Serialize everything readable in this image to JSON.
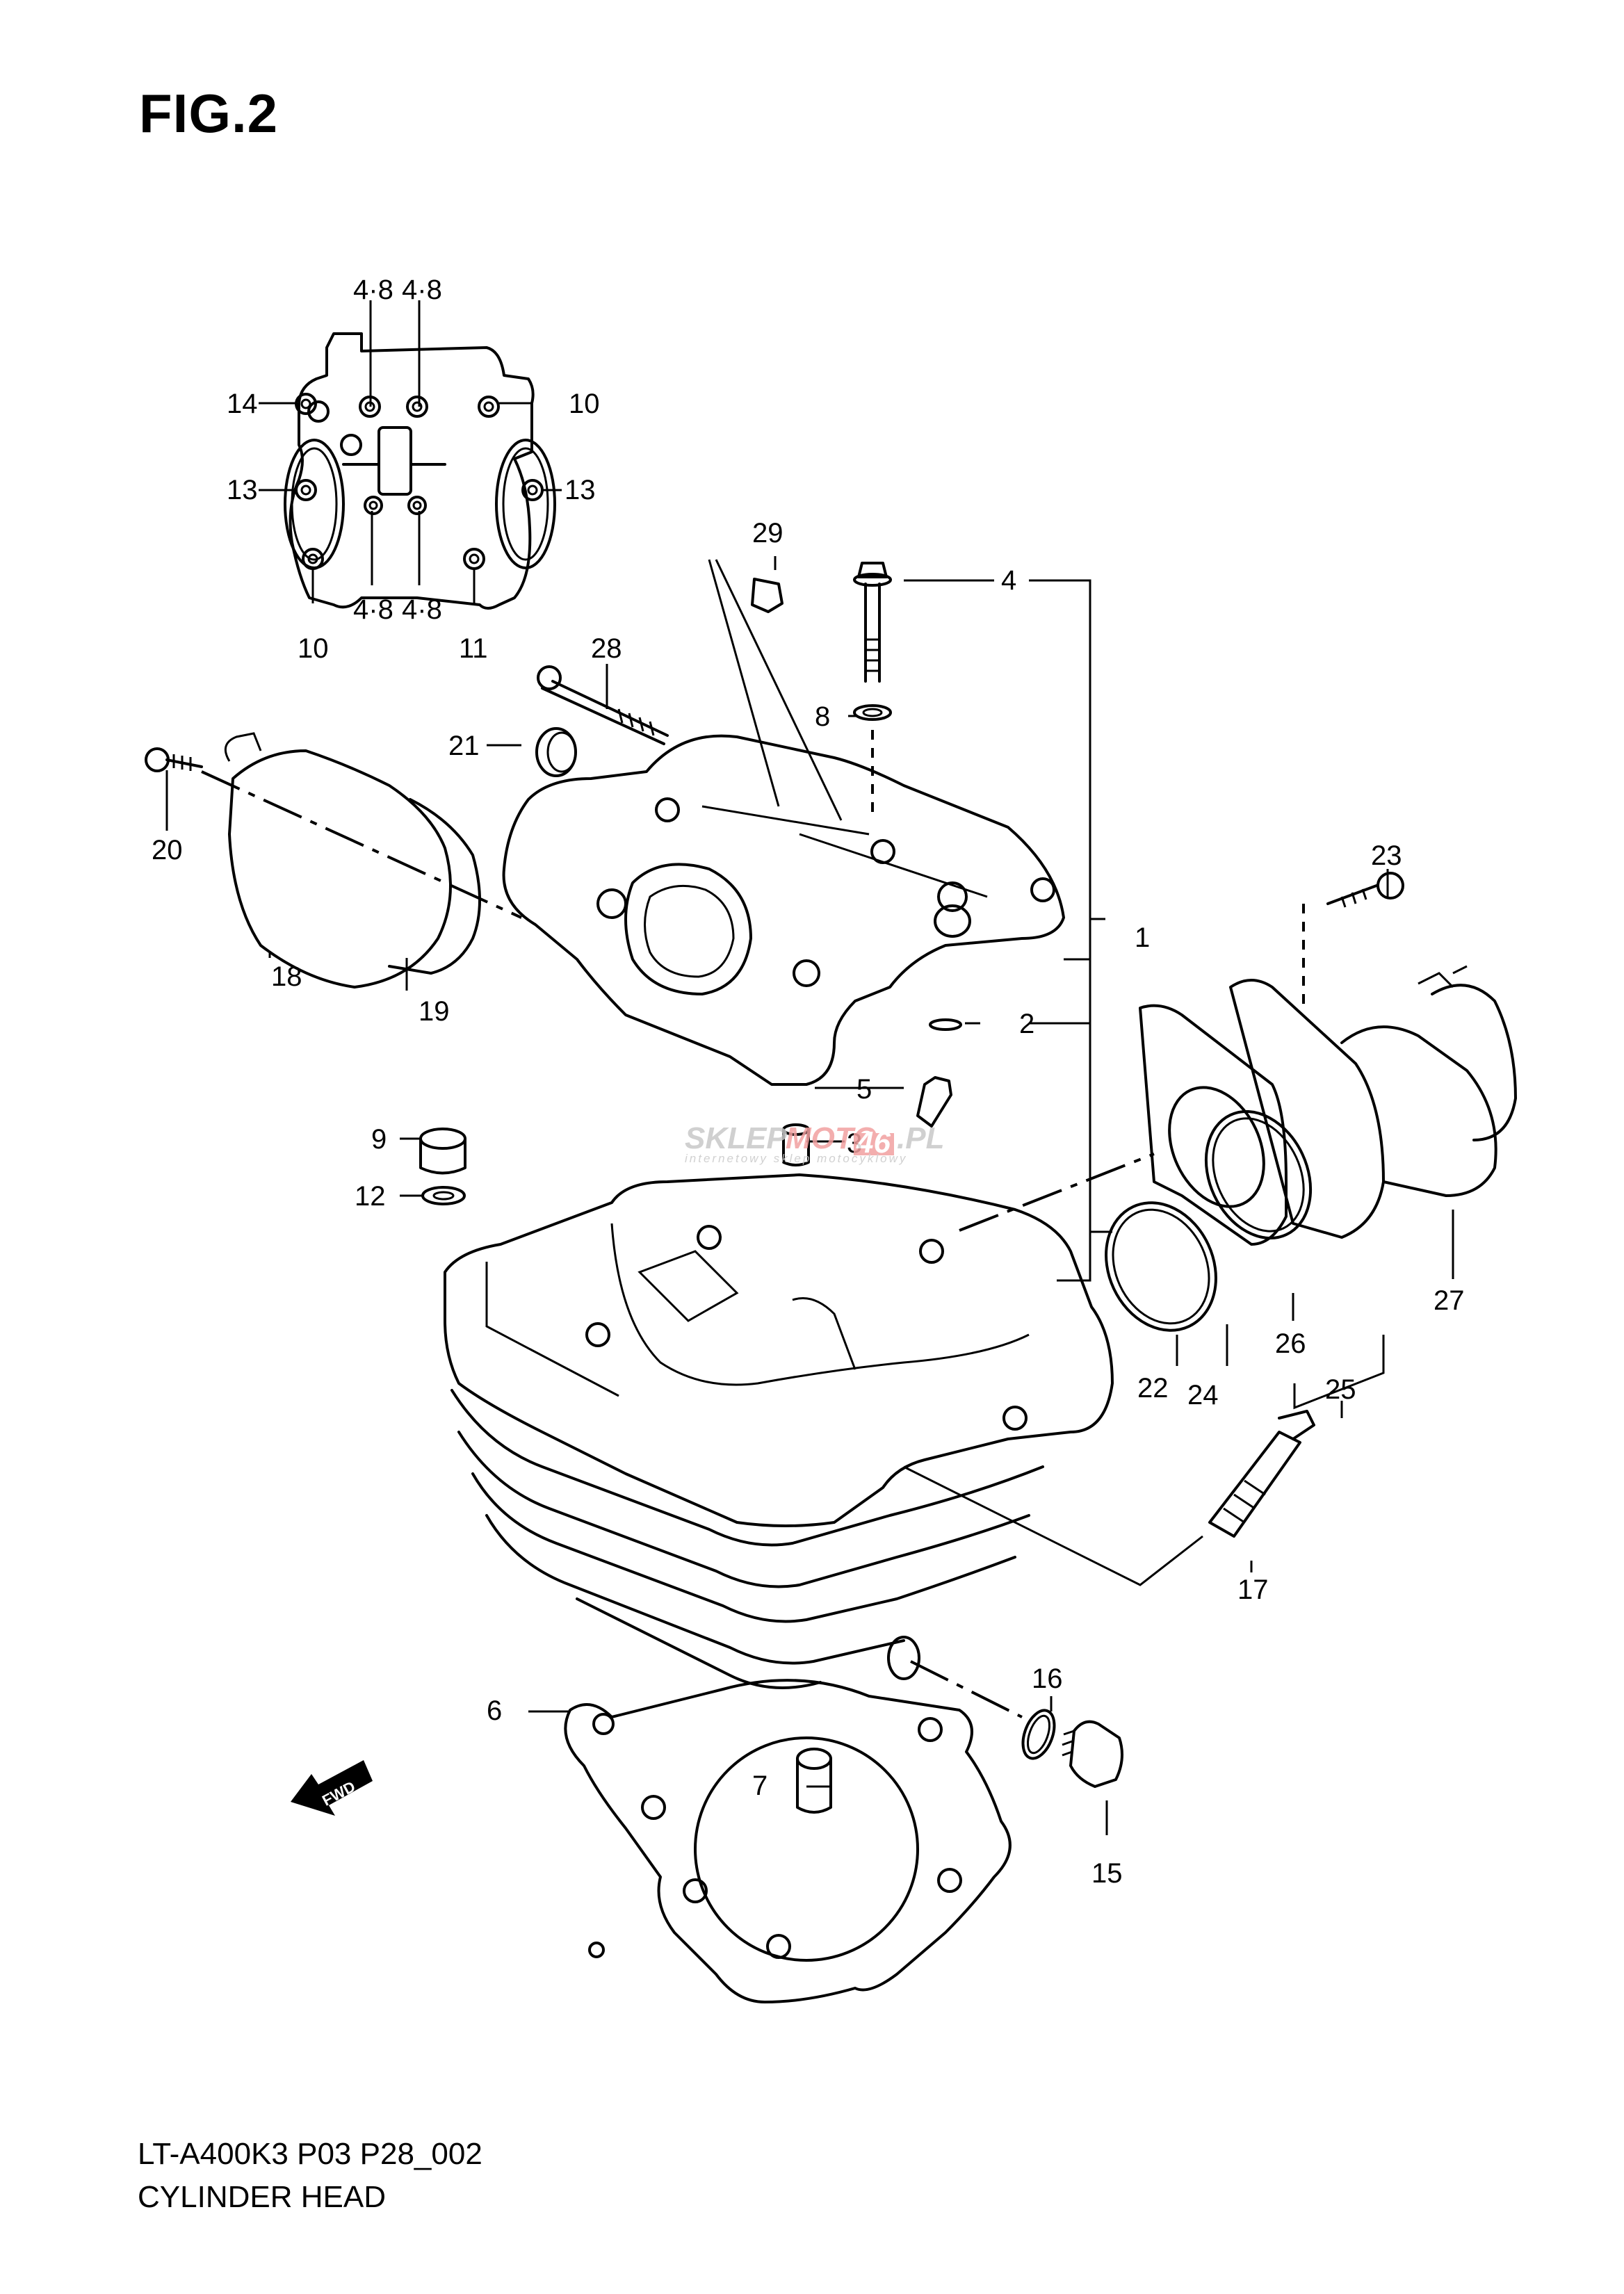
{
  "figure": {
    "title": "FIG.2",
    "model_code": "LT-A400K3 P03 P28_002",
    "section_name": "CYLINDER HEAD"
  },
  "watermark": {
    "part1": "SKLEP",
    "part2": "MOTO",
    "part3": "46",
    "part4": ".PL",
    "tagline": "internetowy sklep motocyklowy",
    "colors": {
      "gray": "#c8c8c8",
      "red": "#f2a0a0"
    }
  },
  "direction_indicator": {
    "text": "FWD"
  },
  "inset_gasket_callouts": {
    "top_left": "4·8",
    "top_right": "4·8",
    "left_upper": "14",
    "right_upper": "10",
    "left_middle": "13",
    "right_middle": "13",
    "bottom_inner_left": "4·8",
    "bottom_inner_right": "4·8",
    "bottom_left": "10",
    "bottom_right": "11"
  },
  "callouts": {
    "p1": "1",
    "p2": "2",
    "p3": "3",
    "p4": "4",
    "p5": "5",
    "p6": "6",
    "p7": "7",
    "p8": "8",
    "p9": "9",
    "p12": "12",
    "p15": "15",
    "p16": "16",
    "p17": "17",
    "p18": "18",
    "p19": "19",
    "p20": "20",
    "p21": "21",
    "p22": "22",
    "p23": "23",
    "p24": "24",
    "p25": "25",
    "p26": "26",
    "p27": "27",
    "p28": "28",
    "p29": "29"
  }
}
